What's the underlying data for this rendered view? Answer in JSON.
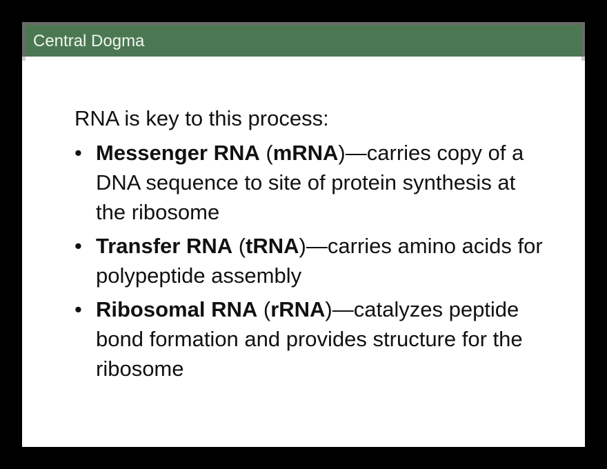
{
  "slide": {
    "header": {
      "title": "Central Dogma",
      "bg_color": "#4b7853",
      "border_color": "#6b6b6b"
    },
    "intro": "RNA is key to this process:",
    "bullets": [
      {
        "marker": "•",
        "term": "Messenger RNA",
        "open": " (",
        "abbr": "mRNA",
        "close": ")",
        "desc": "—carries copy of a DNA sequence to site of protein synthesis at the ribosome"
      },
      {
        "marker": "•",
        "term": "Transfer RNA",
        "open": " (",
        "abbr": "tRNA",
        "close": ")",
        "desc": "—carries amino acids for polypeptide assembly"
      },
      {
        "marker": "•",
        "term": "Ribosomal RNA",
        "open": " (",
        "abbr": "rRNA",
        "close": ")",
        "desc": "—catalyzes peptide bond formation and provides structure for the ribosome"
      }
    ]
  }
}
